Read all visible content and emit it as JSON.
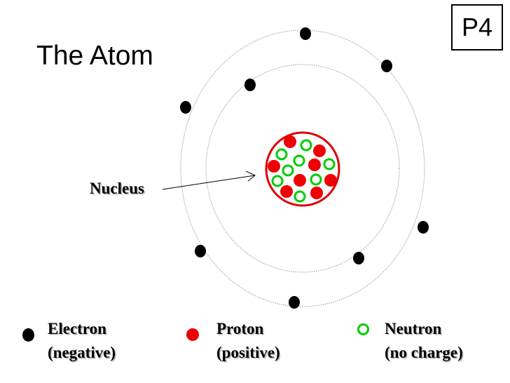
{
  "title": "The Atom",
  "slide_badge": "P4",
  "nucleus_label": "Nucleus",
  "legend": [
    {
      "name": "Electron",
      "desc": "(negative)",
      "color": "#000000",
      "style": "filled"
    },
    {
      "name": "Proton",
      "desc": "(positive)",
      "color": "#ee0000",
      "style": "filled"
    },
    {
      "name": "Neutron",
      "desc": "(no charge)",
      "color": "#00cc00",
      "style": "ring"
    }
  ],
  "colors": {
    "electron": "#000000",
    "proton": "#ee0000",
    "neutron": "#00cc00",
    "nucleus_outline": "#dd0000",
    "orbit": "#999999"
  }
}
